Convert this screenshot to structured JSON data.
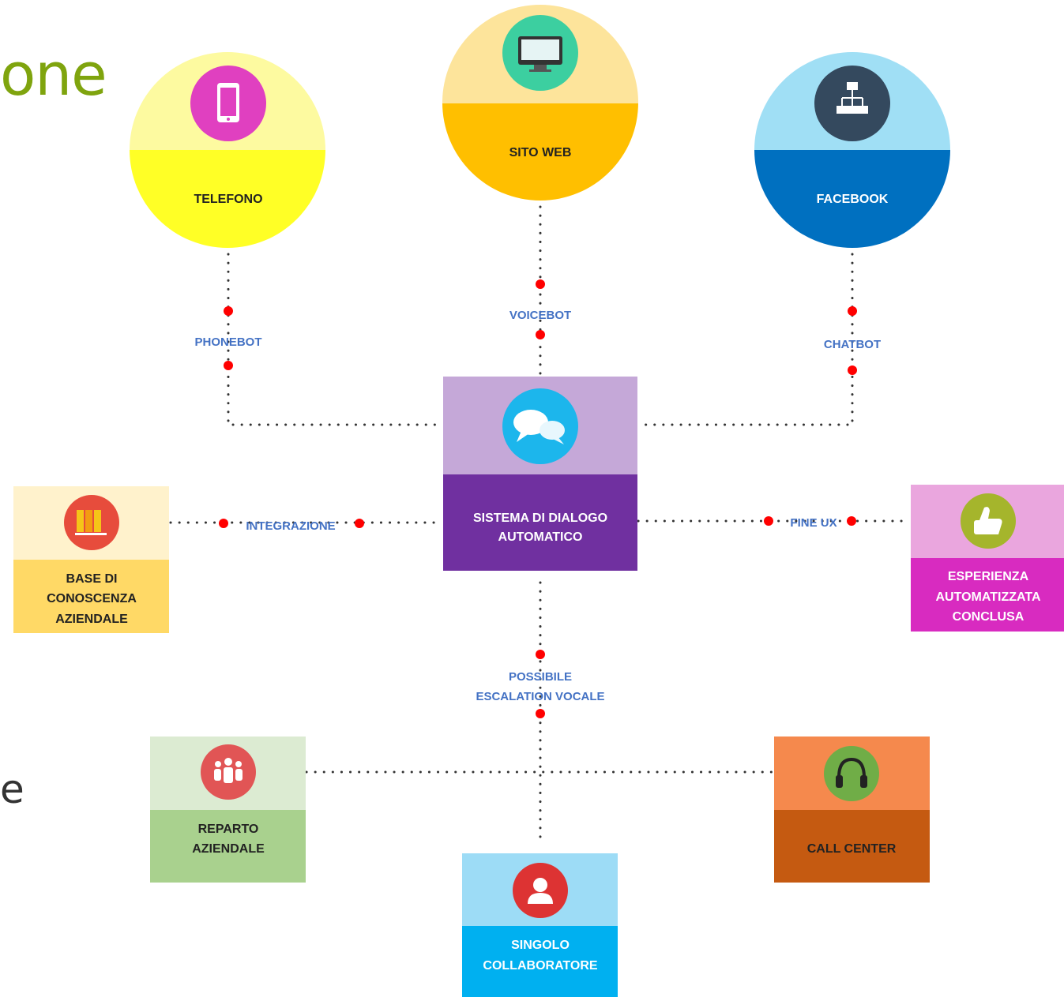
{
  "title_fragment": "one",
  "edge_fragment": "e",
  "channels": {
    "telefono": {
      "label": "TELEFONO",
      "icon": "smartphone-icon",
      "top_color": "#fdfaa0",
      "bottom_color": "#ffff26",
      "icon_color": "#e040c0"
    },
    "sito_web": {
      "label": "SITO WEB",
      "icon": "monitor-icon",
      "top_color": "#fde49b",
      "bottom_color": "#ffbf00",
      "icon_color": "#3ccfa0"
    },
    "facebook": {
      "label": "FACEBOOK",
      "icon": "sitemap-icon",
      "top_color": "#a0dff5",
      "bottom_color": "#0070c0",
      "icon_color": "#34495e"
    }
  },
  "connectors": {
    "phonebot": "PHONEBOT",
    "voicebot": "VOICEBOT",
    "chatbot": "CHATBOT",
    "integrazione": "INTEGRAZIONE",
    "fine_ux": "FINE UX",
    "escalation_line1": "POSSIBILE",
    "escalation_line2": "ESCALATION VOCALE"
  },
  "center": {
    "line1": "SISTEMA DI DIALOGO",
    "line2": "AUTOMATICO",
    "icon": "chat-bubbles-icon",
    "top_color": "#c5a8d8",
    "bottom_color": "#7030a0",
    "icon_color": "#1cb6ec"
  },
  "base_conoscenza": {
    "line1": "BASE DI",
    "line2": "CONOSCENZA",
    "line3": "AZIENDALE",
    "icon": "books-icon",
    "top_color": "#fff2cc",
    "bottom_color": "#ffd966",
    "icon_color": "#e74c3c"
  },
  "esperienza": {
    "line1": "ESPERIENZA",
    "line2": "AUTOMATIZZATA",
    "line3": "CONCLUSA",
    "icon": "thumbs-up-icon",
    "top_color": "#eaa6de",
    "bottom_color": "#d82bc0",
    "icon_color": "#a5b52c"
  },
  "reparto": {
    "line1": "REPARTO",
    "line2": "AZIENDALE",
    "icon": "group-icon",
    "top_color": "#dcebd2",
    "bottom_color": "#a9d18e",
    "icon_color": "#e15555"
  },
  "call_center": {
    "label": "CALL CENTER",
    "icon": "headset-icon",
    "top_color": "#f5894d",
    "bottom_color": "#c55a11",
    "icon_color": "#70ad47"
  },
  "singolo": {
    "line1": "SINGOLO",
    "line2": "COLLABORATORE",
    "icon": "user-icon",
    "top_color": "#9ddcf6",
    "bottom_color": "#00b0f0",
    "icon_color": "#dd3333"
  },
  "colors": {
    "connector_text": "#4472c4",
    "dot": "#ff0000",
    "dotted_line": "#333333"
  }
}
